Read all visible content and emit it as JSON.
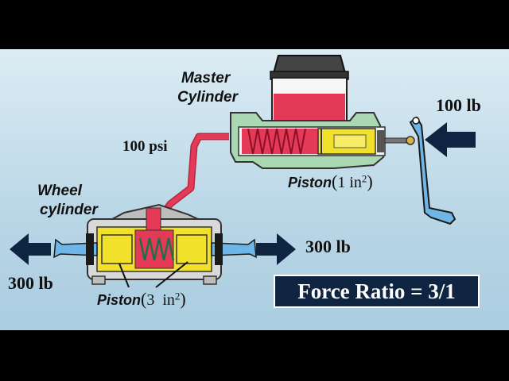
{
  "labels": {
    "master_title_line1": "Master",
    "master_title_line2": "Cylinder",
    "wheel_title_line1": "Wheel",
    "wheel_title_line2": "cylinder",
    "pressure": "100 psi",
    "input_force": "100 lb",
    "output_force_right": "300 lb",
    "output_force_left": "300 lb",
    "master_piston_word": "Piston",
    "master_piston_open": "(",
    "master_piston_value": "1 in",
    "master_piston_exp": "2",
    "master_piston_close": ")",
    "wheel_piston_word": "Piston",
    "wheel_piston_open": "(",
    "wheel_piston_value": "3  in",
    "wheel_piston_exp": "2",
    "wheel_piston_close": ")",
    "force_ratio": "Force Ratio = 3/1"
  },
  "colors": {
    "background": "#c4dded",
    "housing": "#a9d8b3",
    "fluid": "#e43a57",
    "piston": "#f2e12a",
    "arrow": "#0f2440",
    "pedal": "#6fb6e8",
    "banner": "#0f2440"
  }
}
